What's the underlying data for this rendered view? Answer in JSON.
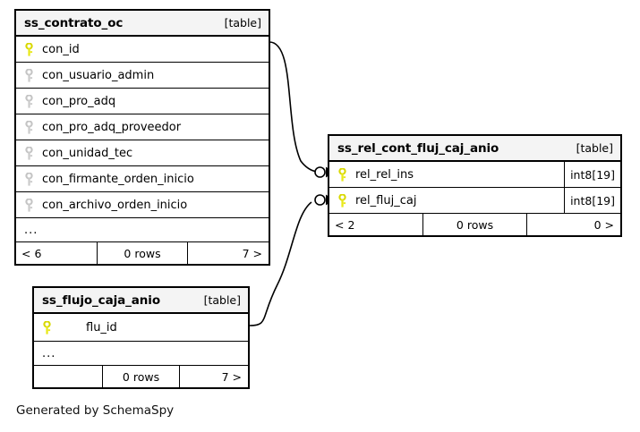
{
  "diagram": {
    "caption": "Generated by SchemaSpy",
    "table_tag": "[table]",
    "ellipsis": "...",
    "rows_suffix": "0 rows"
  },
  "tables": [
    {
      "id": "ss_contrato_oc",
      "name": "ss_contrato_oc",
      "tag": "[table]",
      "columns": [
        {
          "label": "con_id",
          "key": "primary",
          "type": ""
        },
        {
          "label": "con_usuario_admin",
          "key": "foreign",
          "type": ""
        },
        {
          "label": "con_pro_adq",
          "key": "foreign",
          "type": ""
        },
        {
          "label": "con_pro_adq_proveedor",
          "key": "foreign",
          "type": ""
        },
        {
          "label": "con_unidad_tec",
          "key": "foreign",
          "type": ""
        },
        {
          "label": "con_firmante_orden_inicio",
          "key": "foreign",
          "type": ""
        },
        {
          "label": "con_archivo_orden_inicio",
          "key": "foreign",
          "type": ""
        }
      ],
      "has_ellipsis": true,
      "footer": {
        "prev": "< 6",
        "rows": "0 rows",
        "next": "7 >"
      }
    },
    {
      "id": "ss_rel_cont_fluj_caj_anio",
      "name": "ss_rel_cont_fluj_caj_anio",
      "tag": "[table]",
      "columns": [
        {
          "label": "rel_rel_ins",
          "key": "primary",
          "type": "int8[19]"
        },
        {
          "label": "rel_fluj_caj",
          "key": "primary",
          "type": "int8[19]"
        }
      ],
      "has_ellipsis": false,
      "footer": {
        "prev": "< 2",
        "rows": "0 rows",
        "next": "0 >"
      }
    },
    {
      "id": "ss_flujo_caja_anio",
      "name": "ss_flujo_caja_anio",
      "tag": "[table]",
      "columns": [
        {
          "label": "flu_id",
          "key": "primary",
          "type": ""
        }
      ],
      "has_ellipsis": true,
      "footer": {
        "prev": "",
        "rows": "0 rows",
        "next": "7 >"
      }
    }
  ],
  "relationships": [
    {
      "from_table": "ss_contrato_oc",
      "from_column": "con_id",
      "to_table": "ss_rel_cont_fluj_caj_anio",
      "to_column": "rel_rel_ins"
    },
    {
      "from_table": "ss_flujo_caja_anio",
      "from_column": "flu_id",
      "to_table": "ss_rel_cont_fluj_caj_anio",
      "to_column": "rel_fluj_caj"
    }
  ],
  "colors": {
    "primary_key": "#e8e81c",
    "foreign_key": "#cccccc",
    "border": "#000000",
    "header_bg": "#f4f4f4",
    "canvas_bg": "#ffffff"
  }
}
